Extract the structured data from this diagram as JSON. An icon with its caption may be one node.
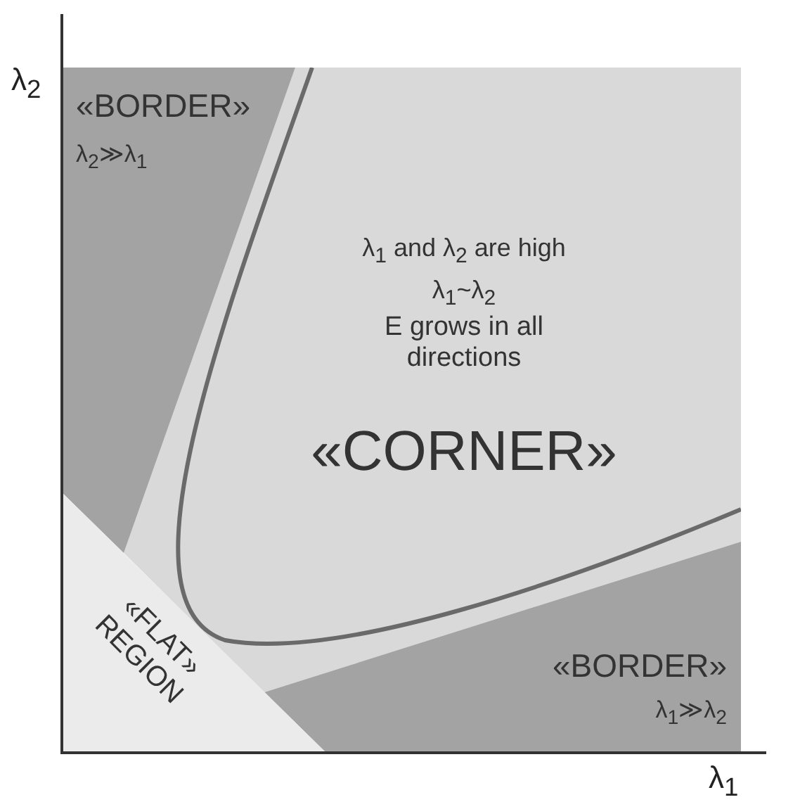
{
  "diagram": {
    "nodes": [
      {
        "text": [
          "«BORDER»",
          "λ$_{2}$≫λ$_{1}$"
        ]
      },
      {
        "text": [
          "λ$_{1}$ and λ$_{2}$ are high",
          "λ$_{1}$~λ$_{2}$",
          "E grows in all directions",
          "«CORNER»"
        ]
      },
      {
        "text": [
          "«FLAT» REGION"
        ]
      },
      {
        "text": [
          "«BORDER»",
          "λ$_{1}$≫λ$_{2}$"
        ]
      }
    ],
    "labels": [
      "λ$_{2}$",
      "λ$_{1}$"
    ]
  }
}
